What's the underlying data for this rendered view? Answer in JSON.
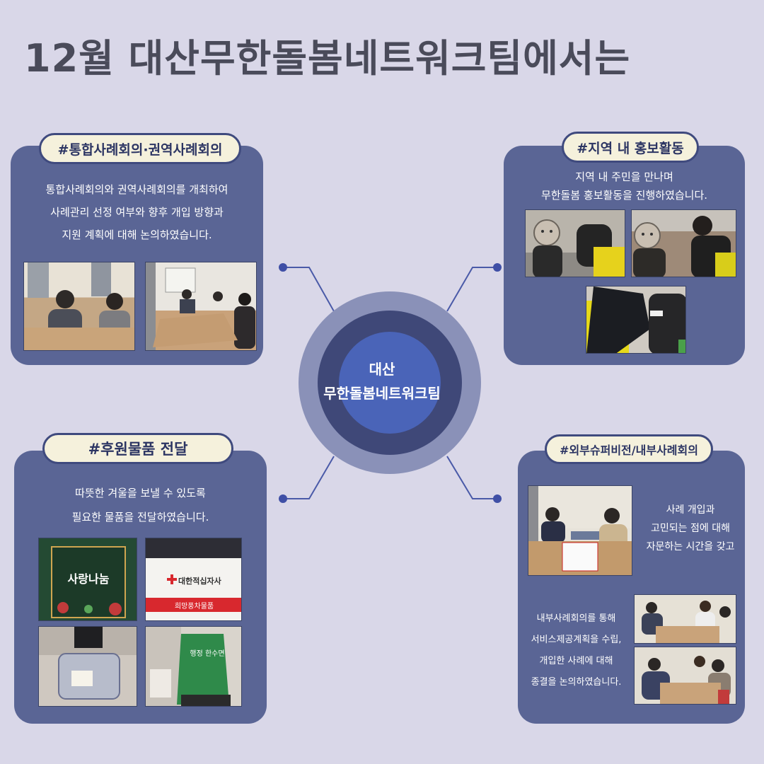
{
  "title": "12월 대산무한돌봄네트워크팀에서는",
  "center": {
    "line1": "대산",
    "line2": "무한돌봄네트워크팀"
  },
  "sections": {
    "top_left": {
      "tag": "#통합사례회의·권역사례회의",
      "desc": [
        "통합사례회의와 권역사례회의를 개최하여",
        "사례관리 선정 여부와 향후 개입 방향과",
        "지원 계획에 대해 논의하였습니다."
      ]
    },
    "top_right": {
      "tag": "#지역 내 홍보활동",
      "desc": [
        "지역 내 주민을 만나며",
        "무한돌봄 홍보활동을 진행하였습니다."
      ]
    },
    "bottom_left": {
      "tag": "#후원물품 전달",
      "desc": [
        "따뜻한 겨울을 보낼 수 있도록",
        "필요한 물품을 전달하였습니다."
      ],
      "photo_texts": {
        "p1": "사랑나눔",
        "p2a": "대한적십자사",
        "p2b": "희망풍차물품",
        "p4": "행정 한수면"
      }
    },
    "bottom_right": {
      "tag": "#외부슈퍼비전/내부사례회의",
      "desc1": [
        "사례 개입과",
        "고민되는 점에 대해",
        "자문하는 시간을 갖고"
      ],
      "desc2": [
        "내부사례회의를 통해",
        "서비스제공계획을 수립,",
        "개입한 사례에 대해",
        "종결을 논의하였습니다."
      ]
    }
  },
  "colors": {
    "background": "#d9d7e8",
    "card": "#5a6595",
    "tag_fill": "#f5f1dc",
    "line": "#4a5aa8"
  }
}
